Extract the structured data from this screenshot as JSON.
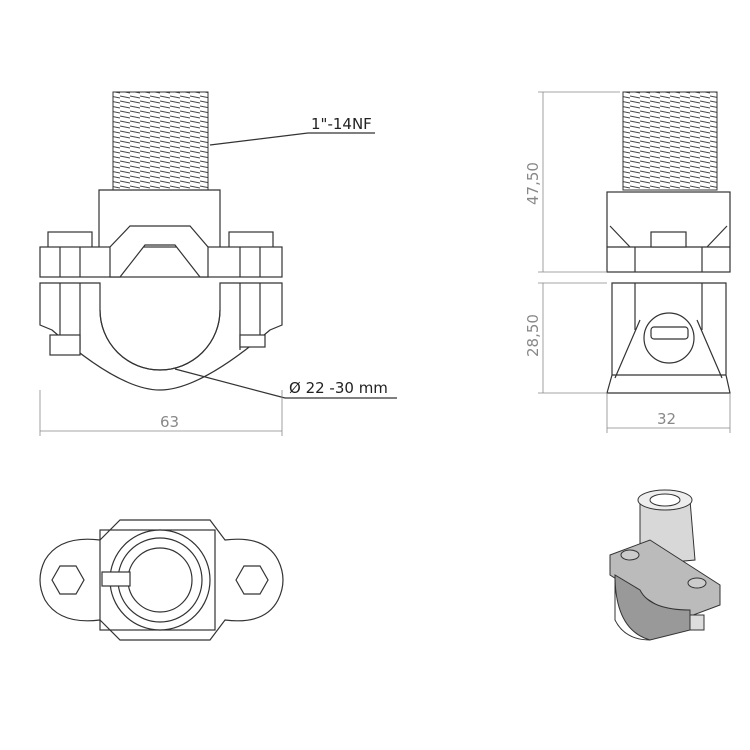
{
  "views": {
    "front": {
      "thread_callout": "1\"-14NF",
      "diameter_callout": "Ø 22 -30 mm",
      "width_dim": "63"
    },
    "side": {
      "upper_height_dim": "47,50",
      "lower_height_dim": "28,50",
      "width_dim": "32"
    }
  },
  "colors": {
    "line": "#333333",
    "dimension": "#888888"
  }
}
